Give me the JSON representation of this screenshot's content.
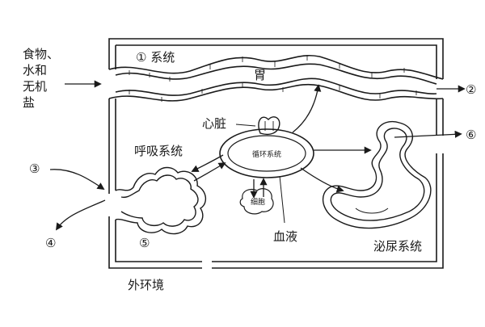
{
  "labels": {
    "food_line1": "食物、",
    "food_line2": "水和",
    "food_line3": "无机",
    "food_line4": "盐",
    "system1": "① 系统",
    "stomach": "胃",
    "heart": "心脏",
    "respiratory": "呼吸系统",
    "circulatory": "循环系统",
    "cell": "细胞",
    "blood": "血液",
    "urinary": "泌尿系统",
    "outside": "外环境",
    "n2": "②",
    "n3": "③",
    "n4": "④",
    "n5": "⑤",
    "n6": "⑥"
  }
}
